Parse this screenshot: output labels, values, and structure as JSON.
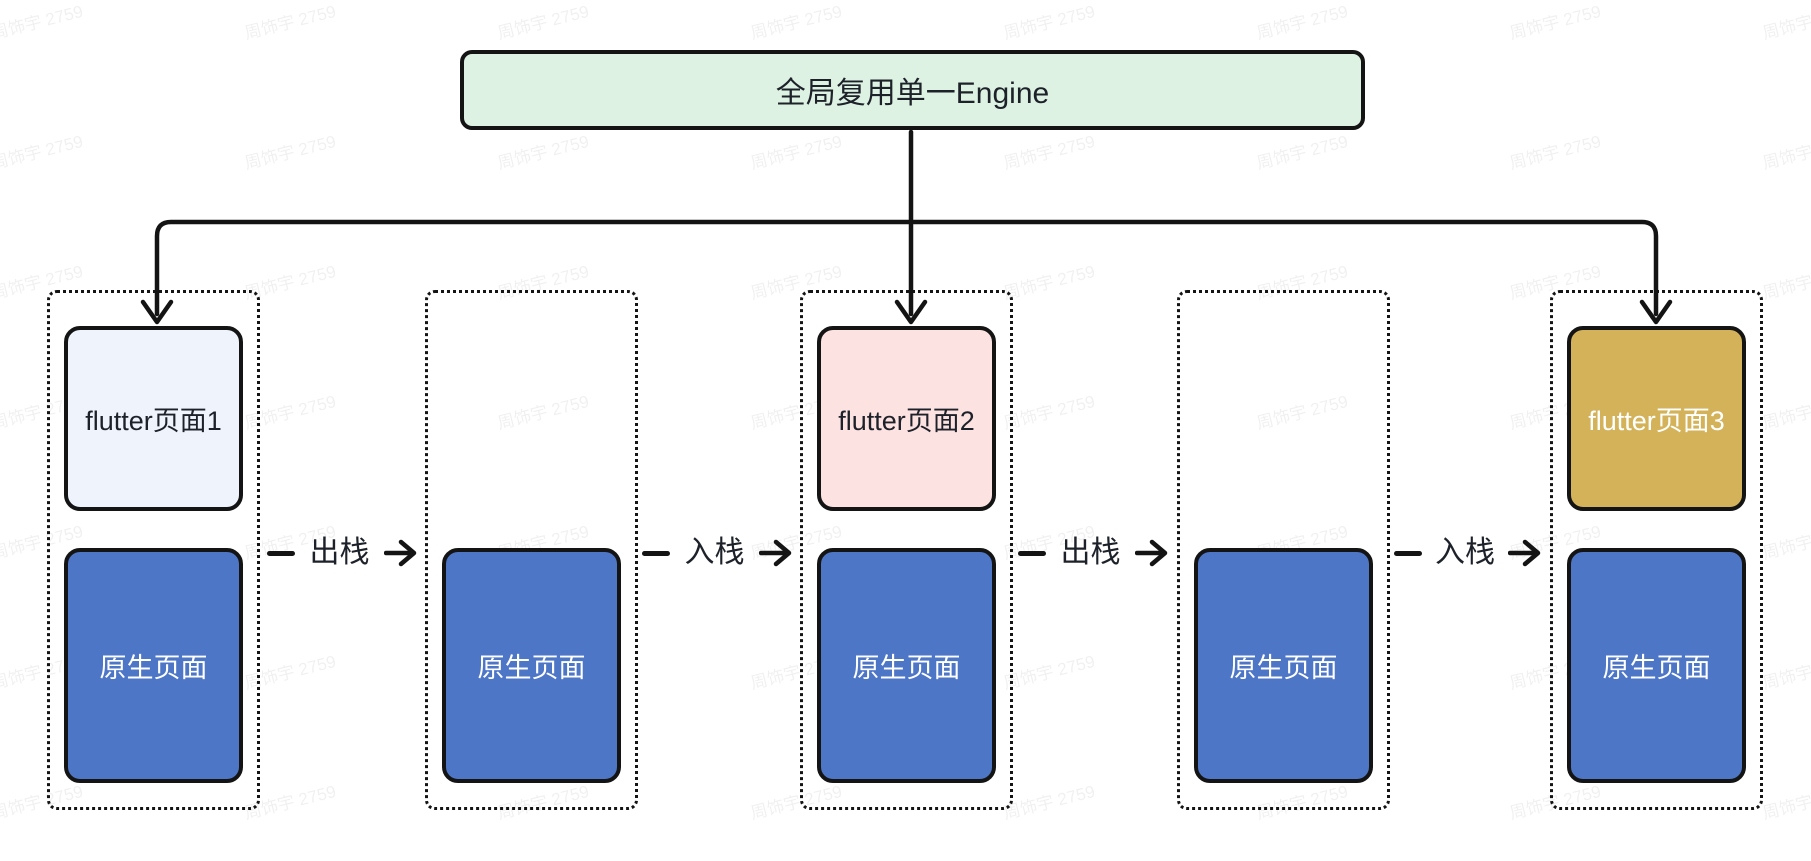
{
  "watermark": {
    "text": "周饰宇 2759"
  },
  "engine": {
    "label": "全局复用单一Engine"
  },
  "containers": [
    {
      "name": "stack-1",
      "flutter": {
        "label": "flutter页面1"
      },
      "native": {
        "label": "原生页面"
      }
    },
    {
      "name": "stack-2",
      "native": {
        "label": "原生页面"
      }
    },
    {
      "name": "stack-3",
      "flutter": {
        "label": "flutter页面2"
      },
      "native": {
        "label": "原生页面"
      }
    },
    {
      "name": "stack-4",
      "native": {
        "label": "原生页面"
      }
    },
    {
      "name": "stack-5",
      "flutter": {
        "label": "flutter页面3"
      },
      "native": {
        "label": "原生页面"
      }
    }
  ],
  "connectors": [
    {
      "label": "出栈"
    },
    {
      "label": "入栈"
    },
    {
      "label": "出栈"
    },
    {
      "label": "入栈"
    }
  ],
  "colors": {
    "engine_bg": "#ddf2e3",
    "flutter1_bg": "#eef3fc",
    "flutter2_bg": "#fde2e2",
    "flutter3_bg": "#d3b25a",
    "native_bg": "#4e76c7",
    "line": "#141414",
    "text_dark": "#1d2129",
    "text_light": "#ffffff"
  }
}
